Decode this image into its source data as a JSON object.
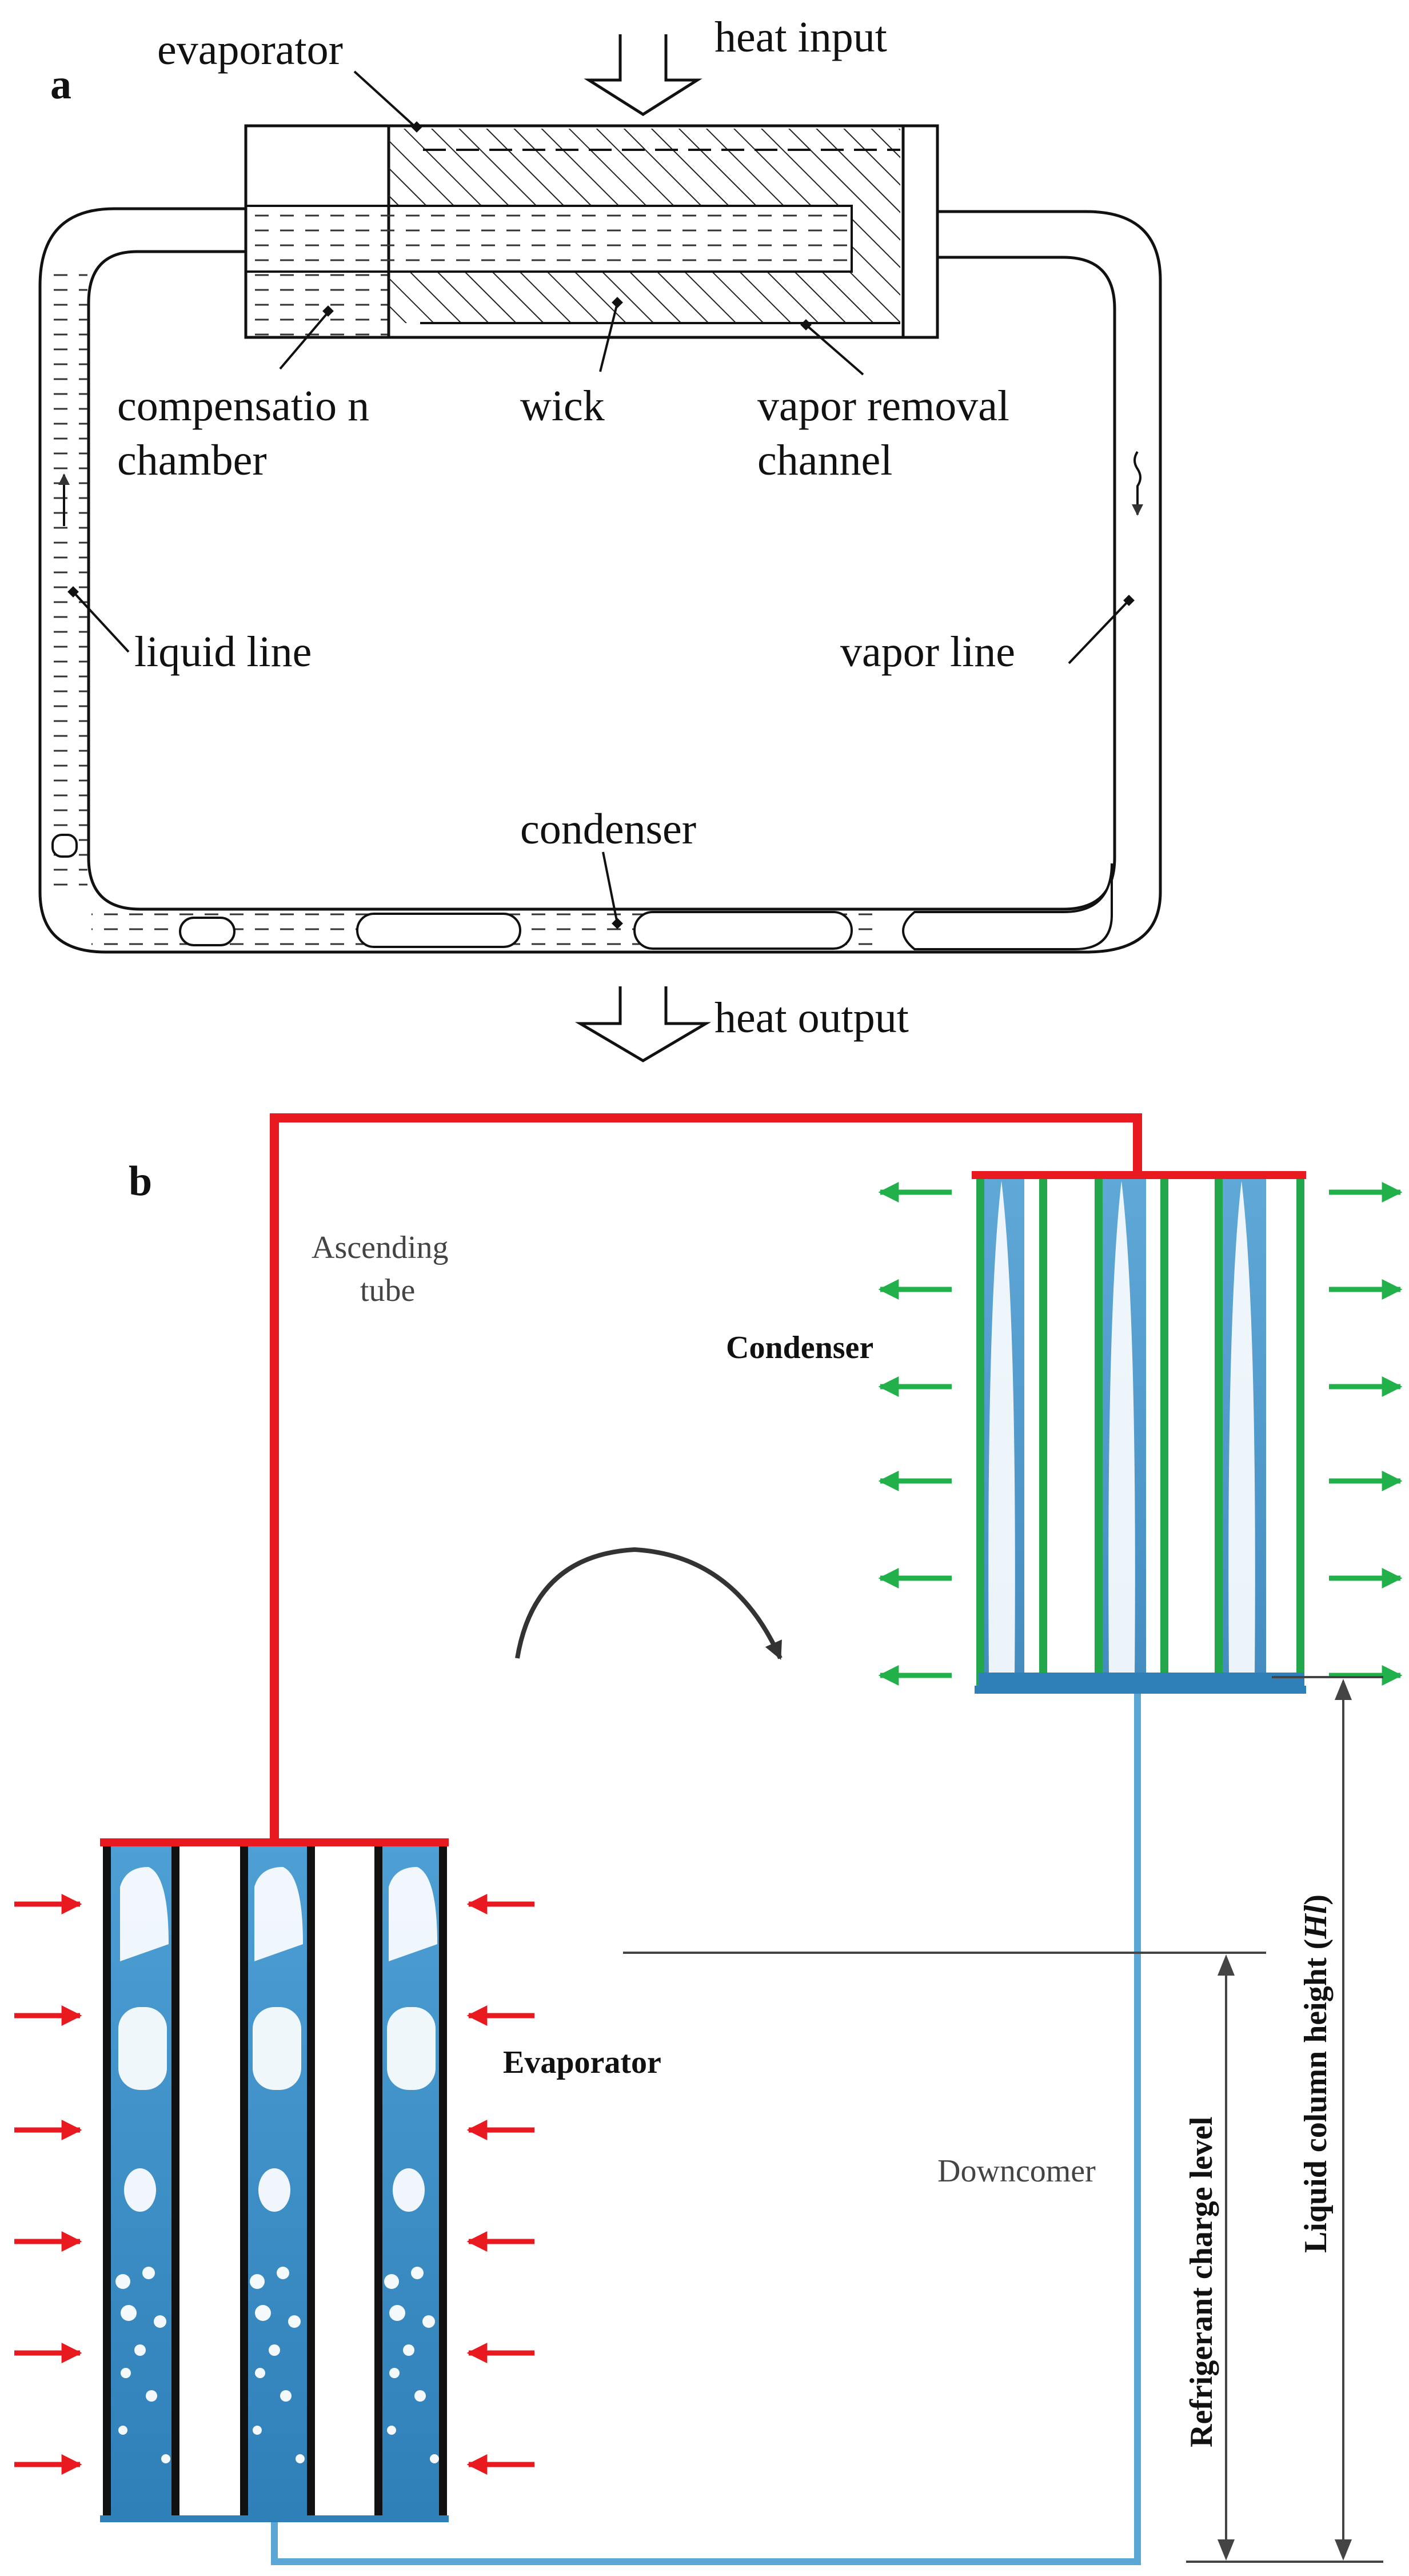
{
  "panel_a": {
    "letter": "a",
    "labels": {
      "evaporator": "evaporator",
      "heat_input": "heat input",
      "compensation_1": "compensatio n",
      "compensation_2": "chamber",
      "wick": "wick",
      "vapor_removal_1": "vapor removal",
      "vapor_removal_2": "channel",
      "liquid_line": "liquid line",
      "vapor_line": "vapor line",
      "condenser": "condenser",
      "heat_output": "heat output"
    }
  },
  "panel_b": {
    "letter": "b",
    "labels": {
      "ascending_1": "Ascending",
      "ascending_2": "tube",
      "condenser": "Condenser",
      "evaporator": "Evaporator",
      "downcomer": "Downcomer",
      "refrigerant_charge": "Refrigerant charge level",
      "liquid_column": "Liquid column height (",
      "liquid_column_symbol": "Hl",
      "liquid_column_close": ")"
    }
  },
  "colors": {
    "vapor_red": "#e8191f",
    "liquid_blue": "#3a8fc7",
    "downcomer_blue": "#5aa7d6",
    "heat_in_arrow": "#e8191f",
    "heat_out_arrow": "#22b04a",
    "condenser_tube_green": "#22a84a"
  }
}
